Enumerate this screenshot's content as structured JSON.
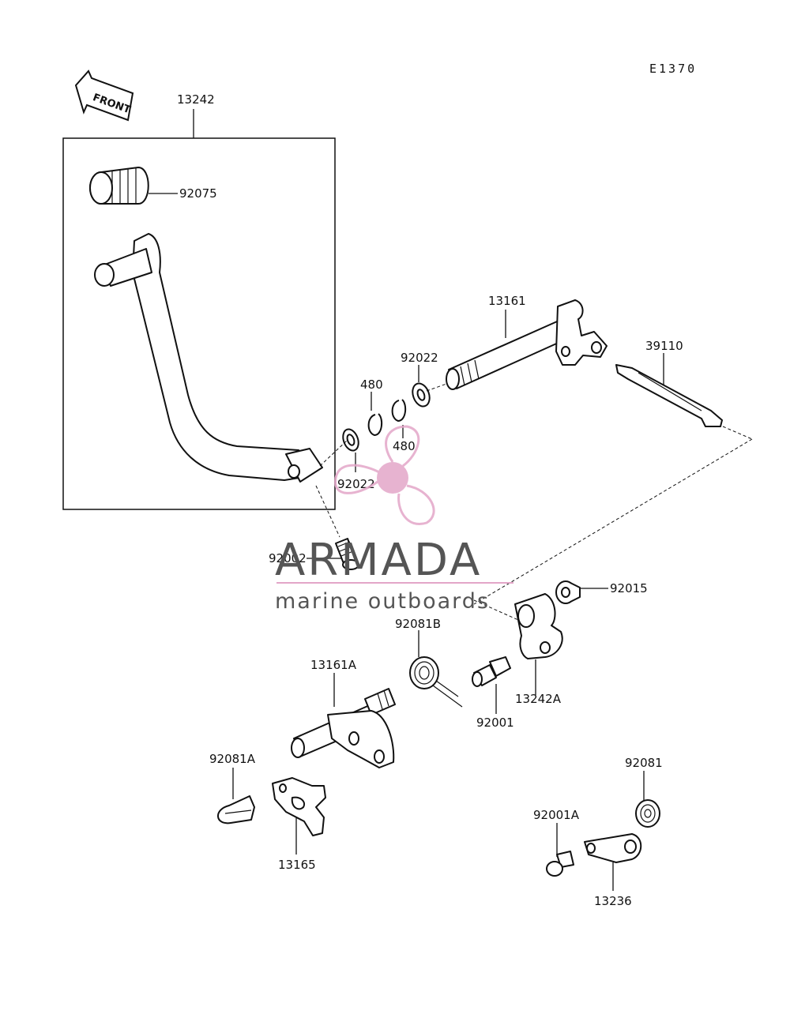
{
  "diagram": {
    "code": "E1370",
    "front_label": "FRONT",
    "parts": [
      {
        "id": "p13242",
        "label": "13242"
      },
      {
        "id": "p92075",
        "label": "92075"
      },
      {
        "id": "p13161",
        "label": "13161"
      },
      {
        "id": "p92022a",
        "label": "92022"
      },
      {
        "id": "p480a",
        "label": "480"
      },
      {
        "id": "p480b",
        "label": "480"
      },
      {
        "id": "p92022b",
        "label": "92022"
      },
      {
        "id": "p39110",
        "label": "39110"
      },
      {
        "id": "p92002",
        "label": "92002"
      },
      {
        "id": "p92015",
        "label": "92015"
      },
      {
        "id": "p92081B",
        "label": "92081B"
      },
      {
        "id": "p13161A",
        "label": "13161A"
      },
      {
        "id": "p13242A",
        "label": "13242A"
      },
      {
        "id": "p92001",
        "label": "92001"
      },
      {
        "id": "p92081A",
        "label": "92081A"
      },
      {
        "id": "p13165",
        "label": "13165"
      },
      {
        "id": "p92081",
        "label": "92081"
      },
      {
        "id": "p92001A",
        "label": "92001A"
      },
      {
        "id": "p13236",
        "label": "13236"
      }
    ]
  },
  "watermark": {
    "name": "ARMADA",
    "tagline": "marine outboards",
    "accent_color": "#e3a6c8"
  }
}
